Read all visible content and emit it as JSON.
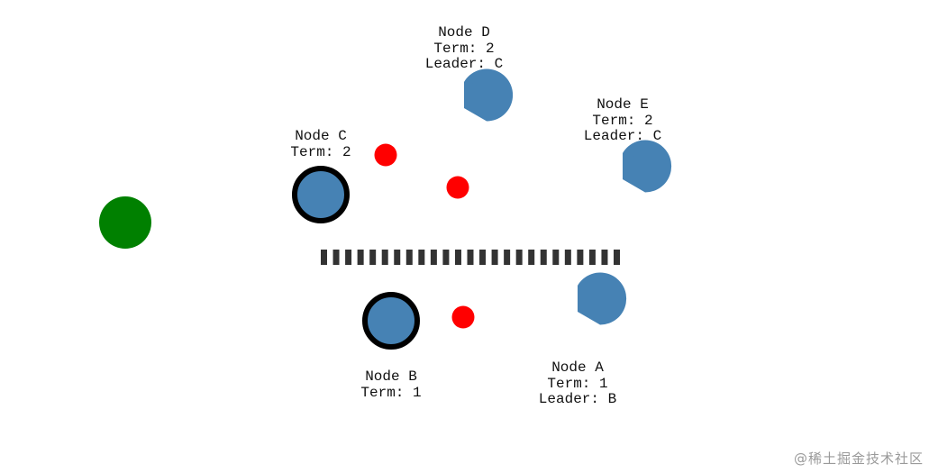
{
  "colors": {
    "node_fill": "#4682b4",
    "leader_ring": "#000000",
    "message": "#ff0000",
    "client": "#008000",
    "partition": "#333333",
    "label_text": "#111111"
  },
  "client": {
    "icon": "green-circle-icon"
  },
  "partition": {
    "segments": 25
  },
  "nodes": {
    "node_c": {
      "name": "Node C",
      "term": "Term: 2",
      "leader": "",
      "is_leader": true
    },
    "node_d": {
      "name": "Node D",
      "term": "Term: 2",
      "leader": "Leader: C",
      "is_leader": false
    },
    "node_e": {
      "name": "Node E",
      "term": "Term: 2",
      "leader": "Leader: C",
      "is_leader": false
    },
    "node_b": {
      "name": "Node B",
      "term": "Term: 1",
      "leader": "",
      "is_leader": true
    },
    "node_a": {
      "name": "Node A",
      "term": "Term: 1",
      "leader": "Leader: B",
      "is_leader": false
    }
  },
  "messages": {
    "count": 3
  },
  "watermark": "@稀土掘金技术社区"
}
